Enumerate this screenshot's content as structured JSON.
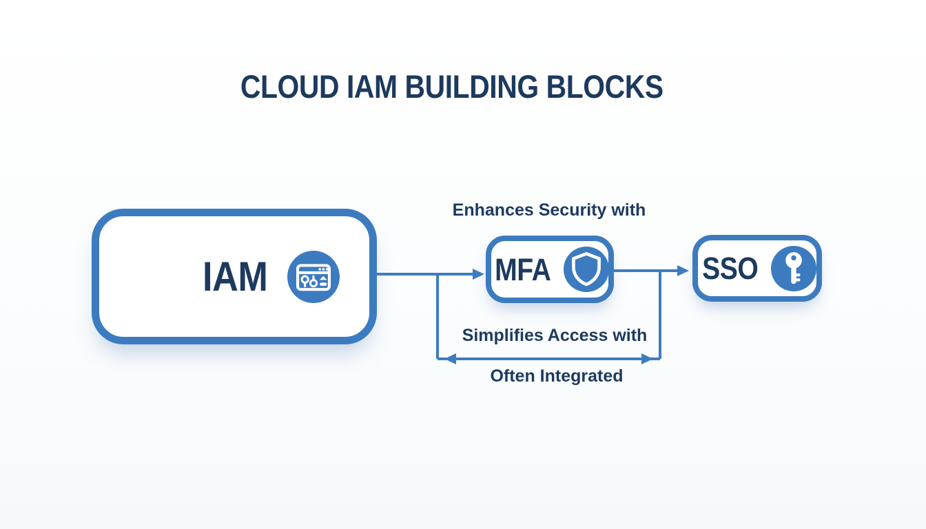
{
  "title": "CLOUD IAM BUILDING BLOCKS",
  "colors": {
    "navy_text": "#1d3a5e",
    "blue_accent": "#3c7bbf",
    "line_blue": "#3e7cc0",
    "box_fill": "#ffffff",
    "background": "#fbfdfe"
  },
  "nodes": [
    {
      "id": "iam",
      "label": "IAM",
      "icon": "settings-panel-icon"
    },
    {
      "id": "mfa",
      "label": "MFA",
      "icon": "shield-icon"
    },
    {
      "id": "sso",
      "label": "SSO",
      "icon": "key-icon"
    }
  ],
  "edges": [
    {
      "from": "IAM",
      "to": "MFA",
      "direction": "one-way",
      "label": "Enhances Security with"
    },
    {
      "from": "MFA",
      "to": "SSO",
      "direction": "one-way",
      "label": ""
    },
    {
      "from": "IAM",
      "to": "SSO",
      "direction": "two-way",
      "labels": [
        "Simplifies Access with",
        "Often Integrated"
      ]
    }
  ]
}
